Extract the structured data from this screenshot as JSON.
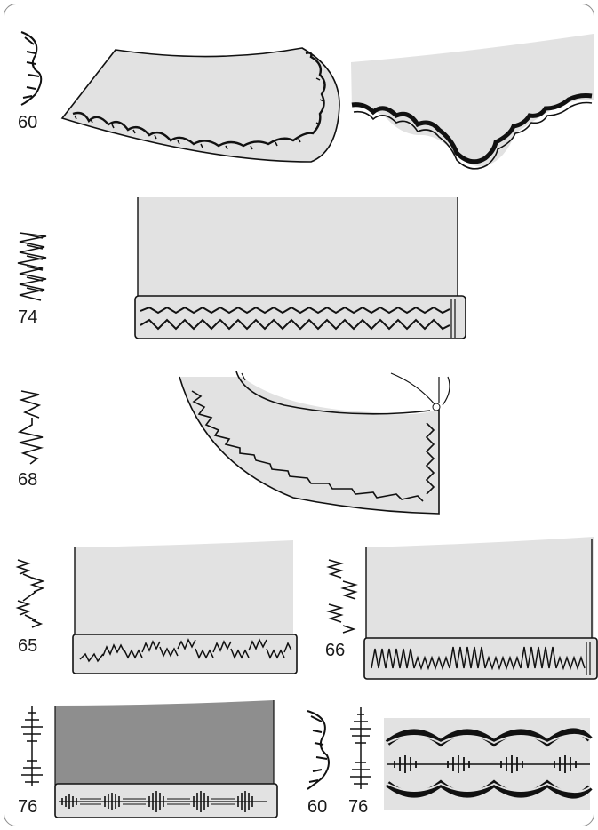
{
  "colors": {
    "fabric": "#e2e2e2",
    "fabric_dark": "#8e8e8e",
    "stitch": "#111111",
    "frame": "#8c8c8c"
  },
  "labels": {
    "scallop_1": "60",
    "triple_zigzag": "74",
    "arrowhead": "68",
    "step_zigzag_a": "65",
    "step_zigzag_b": "66",
    "diamond": "76",
    "combo_scallop": "60",
    "combo_diamond": "76"
  }
}
